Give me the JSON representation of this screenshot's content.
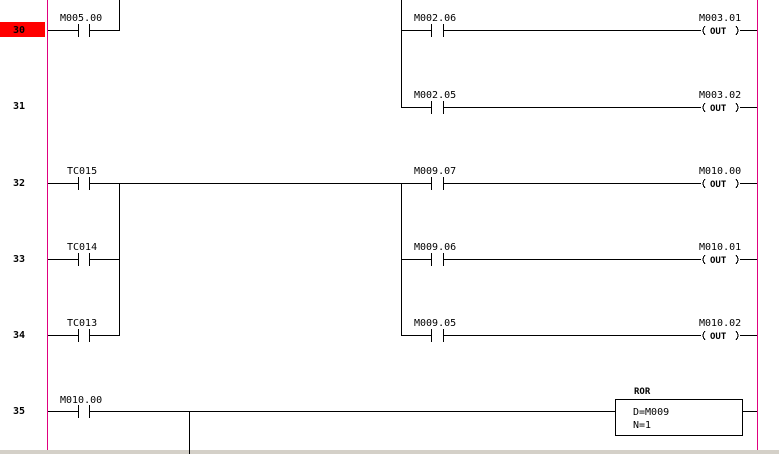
{
  "colors": {
    "power_rail": "#e0007f",
    "selected_row": "#ff0000",
    "background": "#ffffff",
    "wire": "#000000"
  },
  "icons": {
    "contact": "normally-open-contact-icon",
    "coil": "output-coil-icon"
  },
  "selected_row": "30",
  "rows": [
    {
      "num": "30",
      "contacts": [
        "M005.00",
        "M002.06"
      ],
      "coil": {
        "address": "M003.01",
        "label": "OUT"
      }
    },
    {
      "num": "31",
      "contacts": [
        "M002.05"
      ],
      "coil": {
        "address": "M003.02",
        "label": "OUT"
      }
    },
    {
      "num": "32",
      "contacts": [
        "TC015",
        "M009.07"
      ],
      "coil": {
        "address": "M010.00",
        "label": "OUT"
      }
    },
    {
      "num": "33",
      "contacts": [
        "TC014",
        "M009.06"
      ],
      "coil": {
        "address": "M010.01",
        "label": "OUT"
      }
    },
    {
      "num": "34",
      "contacts": [
        "TC013",
        "M009.05"
      ],
      "coil": {
        "address": "M010.02",
        "label": "OUT"
      }
    },
    {
      "num": "35",
      "contacts": [
        "M010.00"
      ],
      "block": {
        "name": "ROR",
        "params": [
          "D=M009",
          "N=1"
        ]
      }
    }
  ]
}
